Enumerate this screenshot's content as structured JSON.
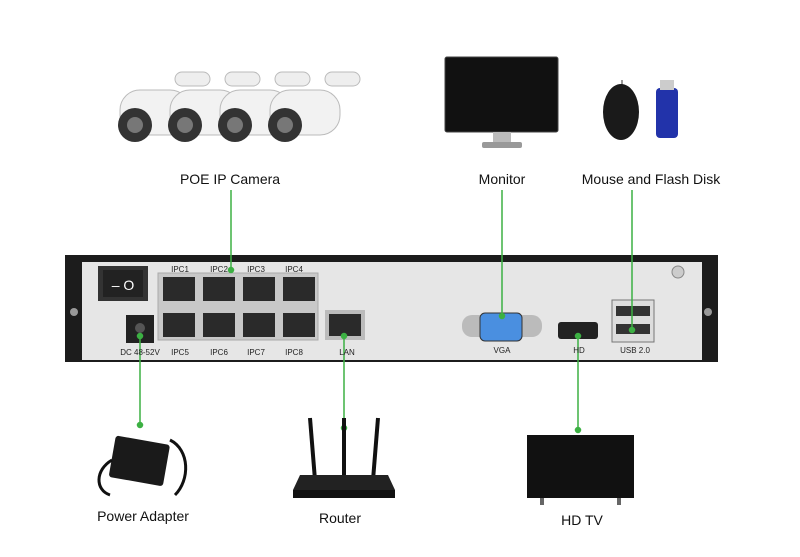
{
  "devices": {
    "camera": "POE IP Camera",
    "monitor": "Monitor",
    "mouse_flash": "Mouse and Flash Disk",
    "power": "Power Adapter",
    "router": "Router",
    "tv": "HD TV"
  },
  "ports": {
    "top": [
      "IPC1",
      "IPC2",
      "IPC3",
      "IPC4"
    ],
    "bottom": [
      "IPC5",
      "IPC6",
      "IPC7",
      "IPC8"
    ],
    "dc": "DC 48-52V",
    "lan": "LAN",
    "vga": "VGA",
    "hd": "HD",
    "usb": "USB 2.0"
  },
  "colors": {
    "connector": "#3cb043",
    "vga": "#4a8fe0",
    "body": "#e6e6e6"
  }
}
